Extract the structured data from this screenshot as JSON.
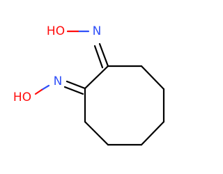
{
  "molecule": {
    "atoms": {
      "n1": "N",
      "n2": "N",
      "ho1": "HO",
      "ho2": "HO"
    },
    "colors": {
      "bond": "#000000",
      "oxygen": "#ff0d0d",
      "nitrogen": "#3050f8",
      "background": "#ffffff"
    }
  }
}
